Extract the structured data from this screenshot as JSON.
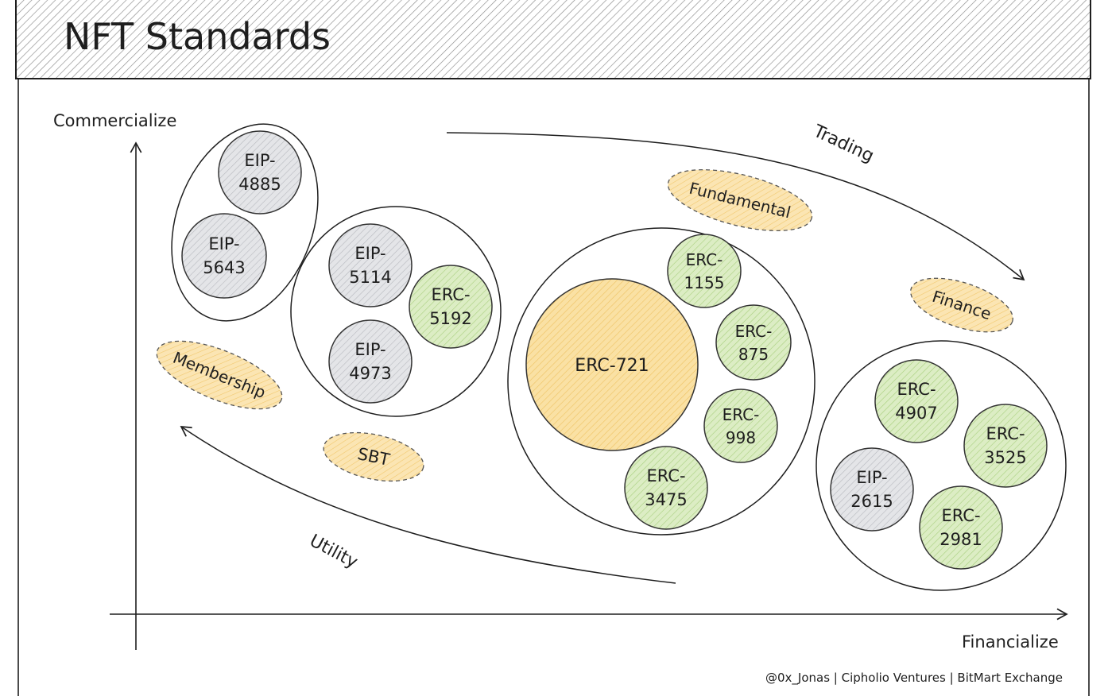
{
  "title": "NFT Standards",
  "axes": {
    "y_label": "Commercialize",
    "x_label": "Financialize"
  },
  "arrows": {
    "trading": "Trading",
    "utility": "Utility"
  },
  "tags": {
    "membership": "Membership",
    "sbt": "SBT",
    "fundamental": "Fundamental",
    "finance": "Finance"
  },
  "colors": {
    "gray_fill": "#d9dadd",
    "green_fill": "#d3e8b8",
    "yellow_fill": "#f8d98e",
    "header_hatch": "#8a8a8a",
    "tag_fill": "#f8dca0"
  },
  "groups": {
    "commercial": {
      "eip4885": [
        "EIP-",
        "4885"
      ],
      "eip5643": [
        "EIP-",
        "5643"
      ]
    },
    "utility": {
      "eip5114": [
        "EIP-",
        "5114"
      ],
      "erc5192": [
        "ERC-",
        "5192"
      ],
      "eip4973": [
        "EIP-",
        "4973"
      ]
    },
    "fundamental": {
      "erc721": [
        "ERC-721"
      ],
      "erc1155": [
        "ERC-",
        "1155"
      ],
      "erc875": [
        "ERC-",
        "875"
      ],
      "erc998": [
        "ERC-",
        "998"
      ],
      "erc3475": [
        "ERC-",
        "3475"
      ]
    },
    "finance": {
      "erc4907": [
        "ERC-",
        "4907"
      ],
      "erc3525": [
        "ERC-",
        "3525"
      ],
      "eip2615": [
        "EIP-",
        "2615"
      ],
      "erc2981": [
        "ERC-",
        "2981"
      ]
    }
  },
  "credit": "@0x_Jonas | Cipholio Ventures | BitMart Exchange"
}
